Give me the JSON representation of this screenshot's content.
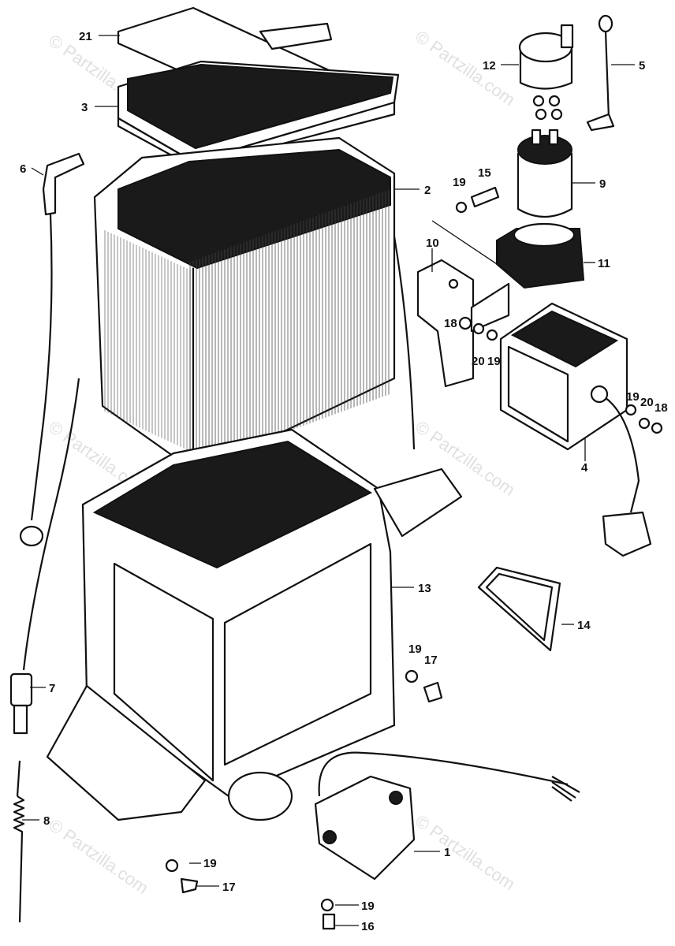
{
  "watermark": "© Partzilla.com",
  "callouts": {
    "c1": "1",
    "c2": "2",
    "c3": "3",
    "c4": "4",
    "c5": "5",
    "c6": "6",
    "c7": "7",
    "c8": "8",
    "c9": "9",
    "c10": "10",
    "c11": "11",
    "c12": "12",
    "c13": "13",
    "c14": "14",
    "c15": "15",
    "c16": "16",
    "c17a": "17",
    "c17b": "17",
    "c18a": "18",
    "c18b": "18",
    "c19a": "19",
    "c19b": "19",
    "c19c": "19",
    "c19d": "19",
    "c19e": "19",
    "c19f": "19",
    "c20a": "20",
    "c20b": "20",
    "c21": "21"
  }
}
